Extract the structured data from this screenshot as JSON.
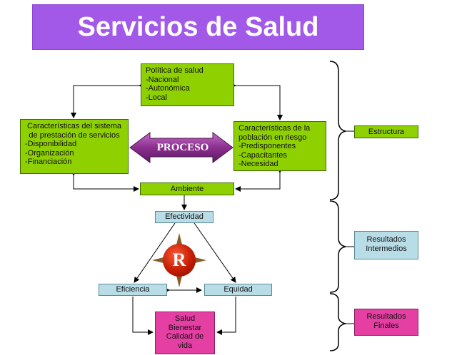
{
  "title": "Servicios de Salud",
  "politica": {
    "heading": "Política de salud",
    "items": [
      "-Nacional",
      "-Autonómica",
      "-Local"
    ]
  },
  "sistema": {
    "heading_1": "Características del sistema",
    "heading_2": "de prestación de servicios",
    "items": [
      "-Disponibilidad",
      "-Organización",
      "-Financiación"
    ]
  },
  "poblacion": {
    "heading_1": "Características de la",
    "heading_2": "población en riesgo",
    "items": [
      "-Predisponentes",
      "-Capacitantes",
      "-Necesidad"
    ]
  },
  "proceso": "PROCESO",
  "ambiente": "Ambiente",
  "efectividad": "Efectividad",
  "r_label": "R",
  "eficiencia": "Eficiencia",
  "equidad": "Equidad",
  "final_outcomes": [
    "Salud",
    "Bienestar",
    "Calidad de",
    "vida"
  ],
  "legend": {
    "estructura": "Estructura",
    "intermedios_1": "Resultados",
    "intermedios_2": "Intermedios",
    "finales_1": "Resultados",
    "finales_2": "Finales"
  },
  "colors": {
    "title_bg": "#a259e8",
    "green": "#8fd000",
    "blue": "#b9dde7",
    "pink": "#e63fa4",
    "proceso": "#8b2f8f"
  }
}
